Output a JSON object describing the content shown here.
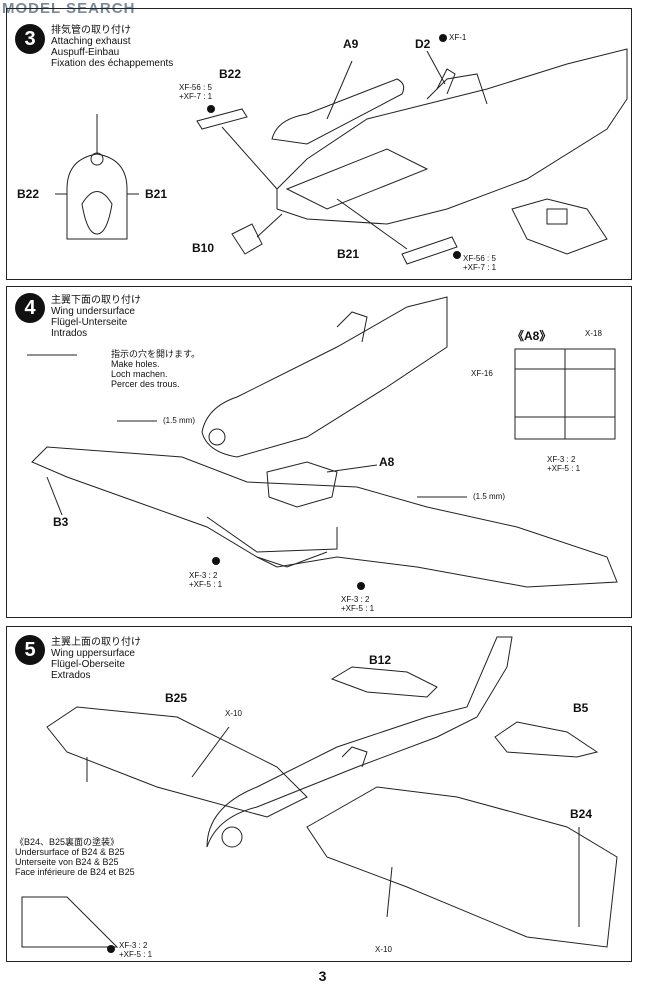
{
  "watermark": "MODEL SEARCH",
  "page_number": "3",
  "steps": [
    {
      "number": "3",
      "titles": [
        "排気管の取り付け",
        "Attaching exhaust",
        "Auspuff-Einbau",
        "Fixation des échappements"
      ],
      "labels": {
        "a9": "A9",
        "d2": "D2",
        "b22_top": "B22",
        "b22_side": "B22",
        "b21_side": "B21",
        "b10": "B10",
        "b21": "B21"
      },
      "paint_b22": [
        "XF-56 : 5",
        "+XF-7 : 1"
      ],
      "paint_d2": "XF-1",
      "paint_b21": [
        "XF-56 : 5",
        "+XF-7 : 1"
      ]
    },
    {
      "number": "4",
      "titles": [
        "主翼下面の取り付け",
        "Wing undersurface",
        "Flügel-Unterseite",
        "Intrados"
      ],
      "holes_note": [
        "指示の穴を開けます。",
        "Make holes.",
        "Loch machen.",
        "Percer des trous."
      ],
      "drill1": "(1.5 mm)",
      "drill2": "(1.5 mm)",
      "labels": {
        "a8_box": "《A8》",
        "a8": "A8",
        "b3": "B3",
        "x18": "X-18",
        "xf16": "XF-16"
      },
      "paint_box": [
        "XF-3 : 2",
        "+XF-5 : 1"
      ],
      "paint_left": [
        "XF-3 : 2",
        "+XF-5 : 1"
      ],
      "paint_center": [
        "XF-3 : 2",
        "+XF-5 : 1"
      ]
    },
    {
      "number": "5",
      "titles": [
        "主翼上面の取り付け",
        "Wing uppersurface",
        "Flügel-Oberseite",
        "Extrados"
      ],
      "labels": {
        "b12": "B12",
        "b25": "B25",
        "b5": "B5",
        "b24": "B24",
        "x10_top": "X-10",
        "x10_bottom": "X-10"
      },
      "under_note": [
        "《B24、B25裏面の塗装》",
        "Undersurface of B24 & B25",
        "Unterseite von B24 & B25",
        "Face inférieure de B24 et B25"
      ],
      "paint_under": [
        "XF-3 : 2",
        "+XF-5 : 1"
      ]
    }
  ]
}
